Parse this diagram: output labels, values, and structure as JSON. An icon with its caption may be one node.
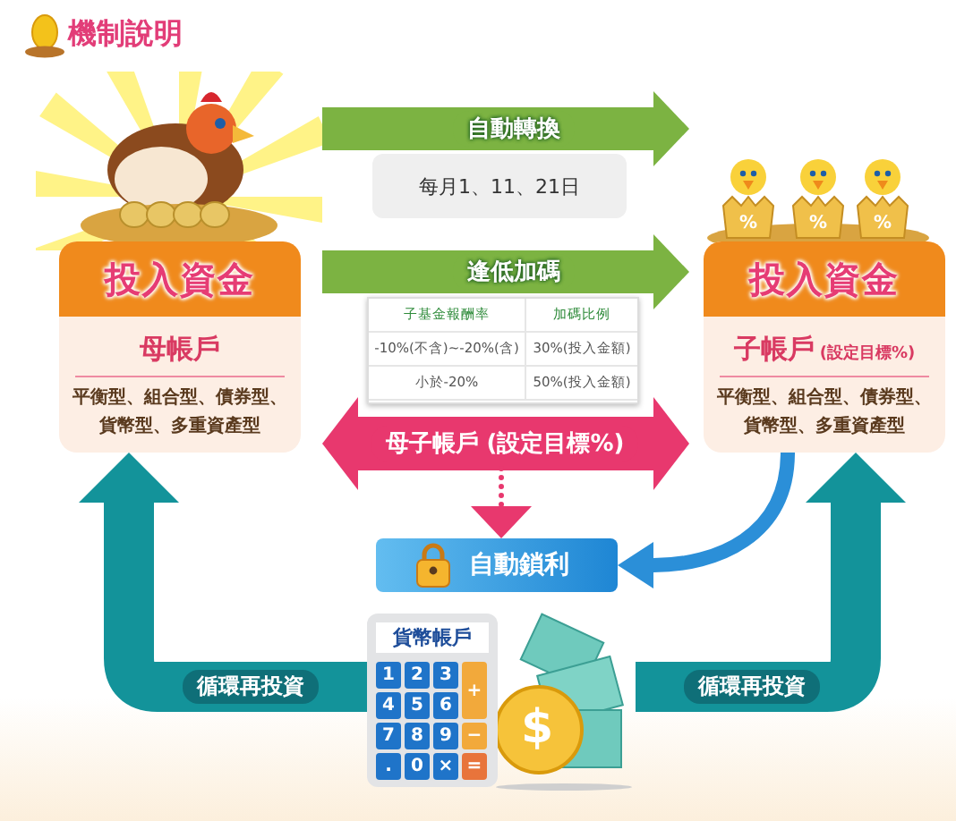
{
  "diagram": {
    "title": "機制說明",
    "nodes": [
      {
        "text": [
          "投入資金",
          "母帳戶",
          "平衡型、組合型、債券型、貨幣型、多重資產型"
        ]
      },
      {
        "text": [
          "每月1、11、21日"
        ]
      },
      {
        "text": [
          "投入資金",
          "子帳戶",
          "(設定目標%)",
          "平衡型、組合型、債券型、貨幣型、多重資產型"
        ]
      },
      {
        "text": [
          "子基金報酬率",
          "加碼比例",
          "-10%(不含)~-20%(含)",
          "30%(投入金額)",
          "小於-20%",
          "50%(投入金額)"
        ]
      },
      {
        "text": [
          "自動鎖利"
        ]
      },
      {
        "text": [
          "貨幣帳戶"
        ]
      }
    ],
    "edges": [
      {
        "from": 0,
        "to": 2,
        "arrow": "to",
        "label": "自動轉換",
        "color": "#7cb342"
      },
      {
        "from": 0,
        "to": 2,
        "arrow": "to",
        "label": "逢低加碼",
        "color": "#7cb342"
      },
      {
        "from": 0,
        "to": 2,
        "arrow": "both",
        "label": "母子帳戶 (設定目標%)",
        "color": "#e8386e"
      },
      {
        "from": null,
        "to": 4,
        "arrow": "to",
        "style": "dashed",
        "color": "#e8386e"
      },
      {
        "from": 2,
        "to": 4,
        "arrow": "to",
        "color": "#2b8fd8"
      },
      {
        "from": 5,
        "to": 0,
        "arrow": "to",
        "label": "循環再投資",
        "color": "#13939a"
      },
      {
        "from": 5,
        "to": 2,
        "arrow": "to",
        "label": "循環再投資",
        "color": "#13939a"
      }
    ],
    "labels": [
      "%",
      "%",
      "%",
      "1",
      "2",
      "3",
      "+",
      "4",
      "5",
      "6",
      "7",
      "8",
      "9",
      "−",
      ".",
      "0",
      "×",
      "=",
      "$"
    ]
  }
}
